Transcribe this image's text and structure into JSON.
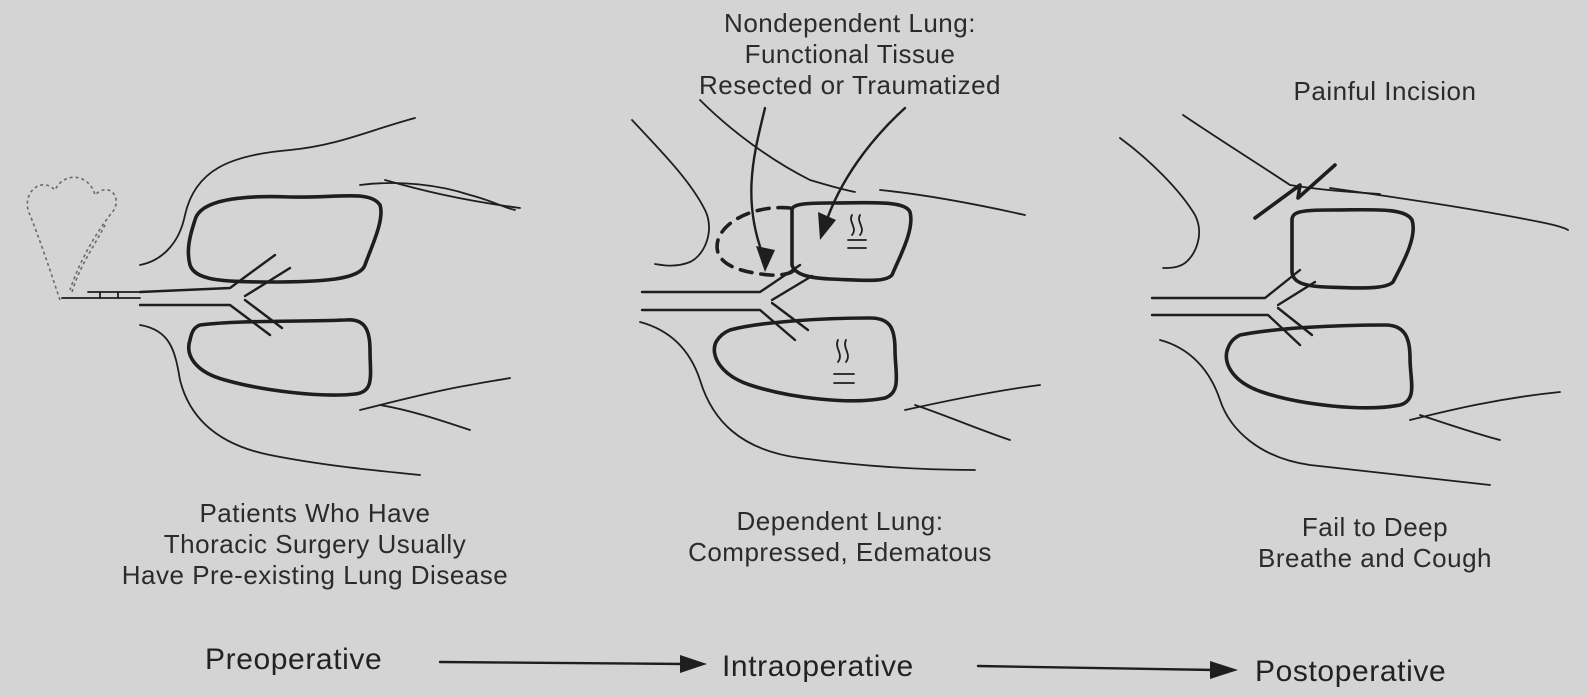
{
  "panels": {
    "preoperative": {
      "caption": [
        "Patients Who Have",
        "Thoracic Surgery Usually",
        "Have Pre-existing Lung Disease"
      ]
    },
    "intraoperative": {
      "top_caption": [
        "Nondependent Lung:",
        "Functional Tissue",
        "Resected or Traumatized"
      ],
      "caption": [
        "Dependent Lung:",
        "Compressed, Edematous"
      ]
    },
    "postoperative": {
      "top_caption": [
        "Painful Incision"
      ],
      "caption": [
        "Fail to Deep",
        "Breathe and Cough"
      ]
    }
  },
  "timeline": {
    "stages": [
      "Preoperative",
      "Intraoperative",
      "Postoperative"
    ]
  },
  "colors": {
    "background": "#d4d4d4",
    "ink": "#1e1e1e"
  }
}
